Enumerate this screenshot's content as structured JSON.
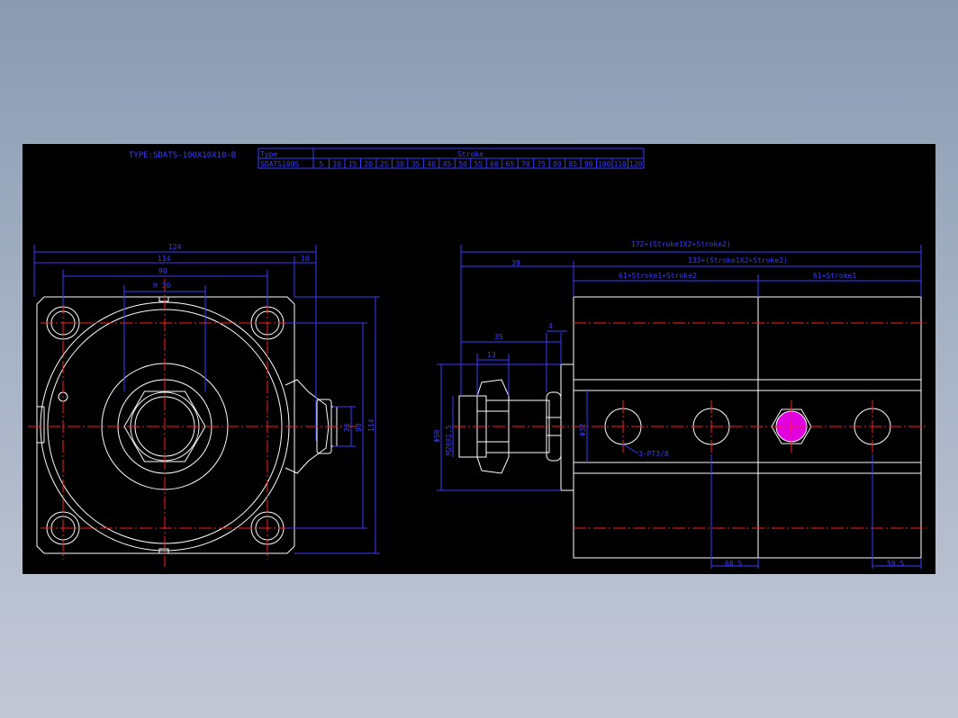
{
  "title_line": "TYPE:SDATS-100X10X10-B",
  "table": {
    "type_header": "Type",
    "stroke_header": "Stroke",
    "type_value": "SDATS100S",
    "strokes": [
      "5",
      "10",
      "15",
      "20",
      "25",
      "30",
      "35",
      "40",
      "45",
      "50",
      "55",
      "60",
      "65",
      "70",
      "75",
      "80",
      "85",
      "90",
      "100",
      "110",
      "120"
    ]
  },
  "front_view": {
    "dim_overall_width": "124",
    "dim_mounting": "114",
    "dim_port": "10",
    "dim_bore_spacing": "90",
    "dim_hex": "H 30",
    "dim_height_vertical": "114",
    "dim_pitch_vertical": "90",
    "dim_port_vertical": "26"
  },
  "side_view": {
    "dim_total": "172+(Stroke1X2+Stroke2)",
    "dim_body": "133+(Stroke1X2+Stroke2)",
    "dim_rod": "39",
    "dim_sec1": "61+Stroke1+Stroke2",
    "dim_sec2": "61+Stroke1",
    "dim_rod_ext": "35",
    "dim_nut": "13",
    "dim_thin": "4",
    "dim_thread": "M20X1.5",
    "dim_dia_outer": "Φ50",
    "dim_rod_dia": "Φ32",
    "dim_port_label": "3-PT3/8",
    "dim_bottom_left": "60.5",
    "dim_bottom_right": "59.5"
  },
  "colors": {
    "paper": "#000000",
    "outline": "#ffffff",
    "dimension": "#3b3bff",
    "centerline": "#ff2020",
    "port_fill": "#e000e0"
  }
}
